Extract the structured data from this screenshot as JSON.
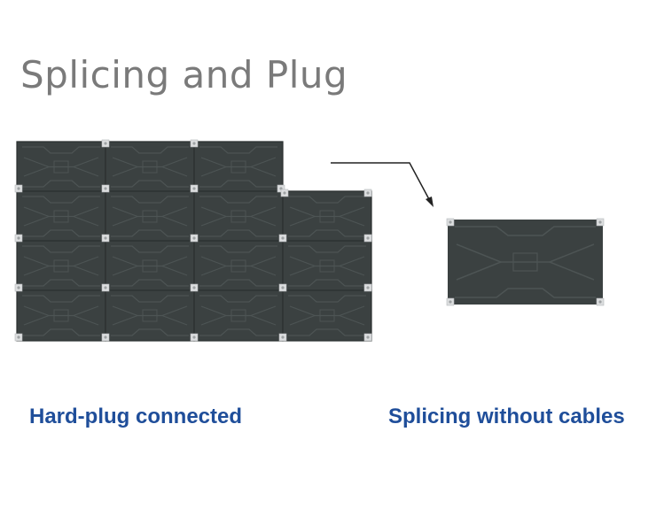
{
  "slide": {
    "title": "Splicing and Plug",
    "caption_left": "Hard-plug connected",
    "caption_right": "Splicing without cables"
  },
  "colors": {
    "title": "#7a7a7a",
    "caption": "#1f4e9a",
    "panel": "#3a4040",
    "panel_relief": "#4a5151",
    "corner_bracket": "#d8dadb"
  },
  "illustrations": {
    "left": "cabinet-wall-graphic",
    "right": "single-cabinet-graphic",
    "connector": "arrow-icon"
  }
}
